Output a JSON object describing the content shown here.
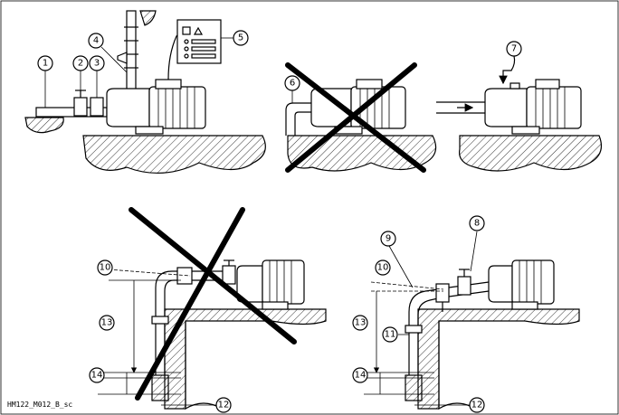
{
  "callouts": {
    "c1": "1",
    "c2": "2",
    "c3": "3",
    "c4": "4",
    "c5": "5",
    "c6": "6",
    "c7": "7",
    "c8": "8",
    "c9": "9",
    "c10a": "10",
    "c10b": "10",
    "c11": "11",
    "c12a": "12",
    "c12b": "12",
    "c13a": "13",
    "c13b": "13",
    "c14a": "14",
    "c14b": "14"
  },
  "drawing_code": "HM122_M012_B_sc"
}
